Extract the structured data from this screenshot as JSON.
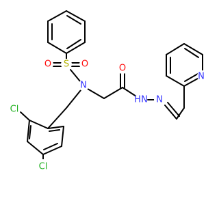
{
  "molecule": {
    "atoms": {
      "s": "S",
      "o_left": "O",
      "o_right": "O",
      "n_sulfonamide": "N",
      "o_carbonyl": "O",
      "hn_hydrazide": "H",
      "n_hydrazide": "N",
      "n_imine": "N",
      "n_pyridine": "N",
      "cl_top": "Cl",
      "cl_bottom": "Cl"
    },
    "colors": {
      "bond": "#000000",
      "N": "#3333ff",
      "O": "#ff0d0d",
      "S": "#b2b200",
      "Cl": "#1fb01f"
    }
  }
}
